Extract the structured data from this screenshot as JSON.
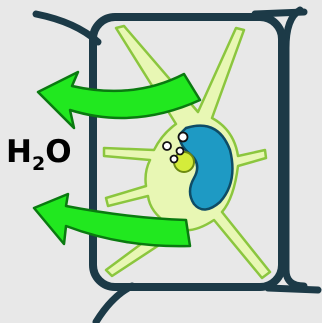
{
  "label": {
    "molecule": "H",
    "subscript": "2",
    "element": "O"
  },
  "colors": {
    "background": "#e8e8e8",
    "cell_wall": "#1c3a47",
    "cytoplasm": "#e8f7b4",
    "cytoplasm_outline": "#8bc63e",
    "nucleus": "#1e9ac4",
    "nucleolus": "#d4ec3a",
    "arrow_fill": "#21e81f",
    "arrow_outline": "#0a7a10",
    "text": "#000000"
  },
  "icons": {
    "arrow_top": "arrow-left-icon",
    "arrow_bottom": "arrow-left-icon"
  }
}
